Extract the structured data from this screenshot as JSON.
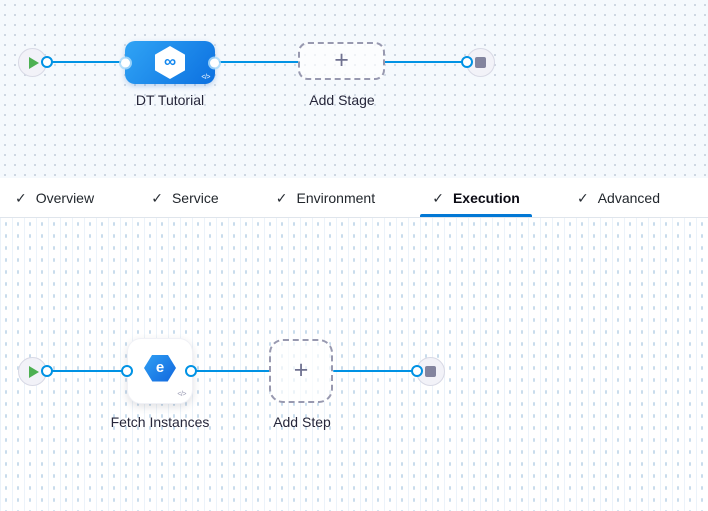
{
  "pipeline_graph": {
    "stage": {
      "label": "DT Tutorial",
      "icon": "harness-cd-hexagon-infinity"
    },
    "add_stage_label": "Add Stage"
  },
  "tabs": {
    "items": [
      {
        "label": "Overview",
        "checked": true,
        "active": false
      },
      {
        "label": "Service",
        "checked": true,
        "active": false
      },
      {
        "label": "Environment",
        "checked": true,
        "active": false
      },
      {
        "label": "Execution",
        "checked": true,
        "active": true
      },
      {
        "label": "Advanced",
        "checked": true,
        "active": false
      }
    ]
  },
  "execution_graph": {
    "step": {
      "label": "Fetch Instances",
      "icon": "fetch-instances-hexagon"
    },
    "add_step_label": "Add Step"
  },
  "glyphs": {
    "plus": "+",
    "infinity": "∞",
    "code": "</>",
    "check": "✓",
    "fetch_e": "e"
  },
  "colors": {
    "accent": "#0278d5",
    "edge_blue": "#0092e4",
    "stage_blue_start": "#30a4f5",
    "stage_blue_end": "#0c70e0",
    "play_green": "#4db052",
    "stop_gray": "#83849e",
    "canvas_top_bg": "#f5f9fd",
    "canvas_bottom_bg": "#ffffff"
  }
}
